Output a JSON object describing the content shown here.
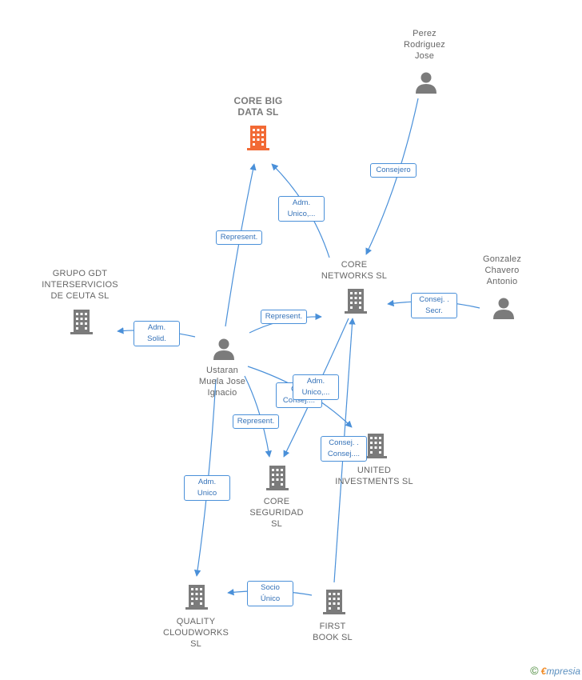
{
  "colors": {
    "edge": "#4a90d9",
    "company_icon": "#7b7b7b",
    "focus_icon": "#f26a35",
    "person_icon": "#7b7b7b",
    "label_text": "#666666"
  },
  "nodes": {
    "core_big_data": {
      "label": "CORE BIG\nDATA  SL",
      "icon": "building-icon",
      "focus": true
    },
    "perez": {
      "label": "Perez\nRodriguez\nJose",
      "icon": "person-icon"
    },
    "core_networks": {
      "label": "CORE\nNETWORKS SL",
      "icon": "building-icon"
    },
    "gonzalez": {
      "label": "Gonzalez\nChavero\nAntonio",
      "icon": "person-icon"
    },
    "grupo_gdt": {
      "label": "GRUPO GDT\nINTERSERVICIOS\nDE CEUTA SL",
      "icon": "building-icon"
    },
    "ustaran": {
      "label": "Ustaran\nMuela Jose\nIgnacio",
      "icon": "person-icon"
    },
    "united_investments": {
      "label": "UNITED\nINVESTMENTS SL",
      "icon": "building-icon"
    },
    "core_seguridad": {
      "label": "CORE\nSEGURIDAD\nSL",
      "icon": "building-icon"
    },
    "quality_cloudworks": {
      "label": "QUALITY\nCLOUDWORKS\nSL",
      "icon": "building-icon"
    },
    "first_book": {
      "label": "FIRST\nBOOK  SL",
      "icon": "building-icon"
    }
  },
  "edges": {
    "perez_networks": "Consejero",
    "networks_bigdata": "Adm.\nUnico,...",
    "ustaran_bigdata": "Represent.",
    "gonzalez_networks": "Consej. .\nSecr.",
    "ustaran_networks": "Represent.",
    "ustaran_grupo": "Adm.\nSolid.",
    "ustaran_united": "Co...\nConsej....",
    "networks_seguridad": "Adm.\nUnico,...",
    "ustaran_seguridad": "Represent.",
    "firstbook_networks": "Consej. .\nConsej....",
    "ustaran_quality": "Adm.\nUnico",
    "firstbook_quality": "Socio\nÚnico"
  },
  "footer": {
    "copyright": "©",
    "brand_initial": "€",
    "brand_rest": "mpresia"
  }
}
